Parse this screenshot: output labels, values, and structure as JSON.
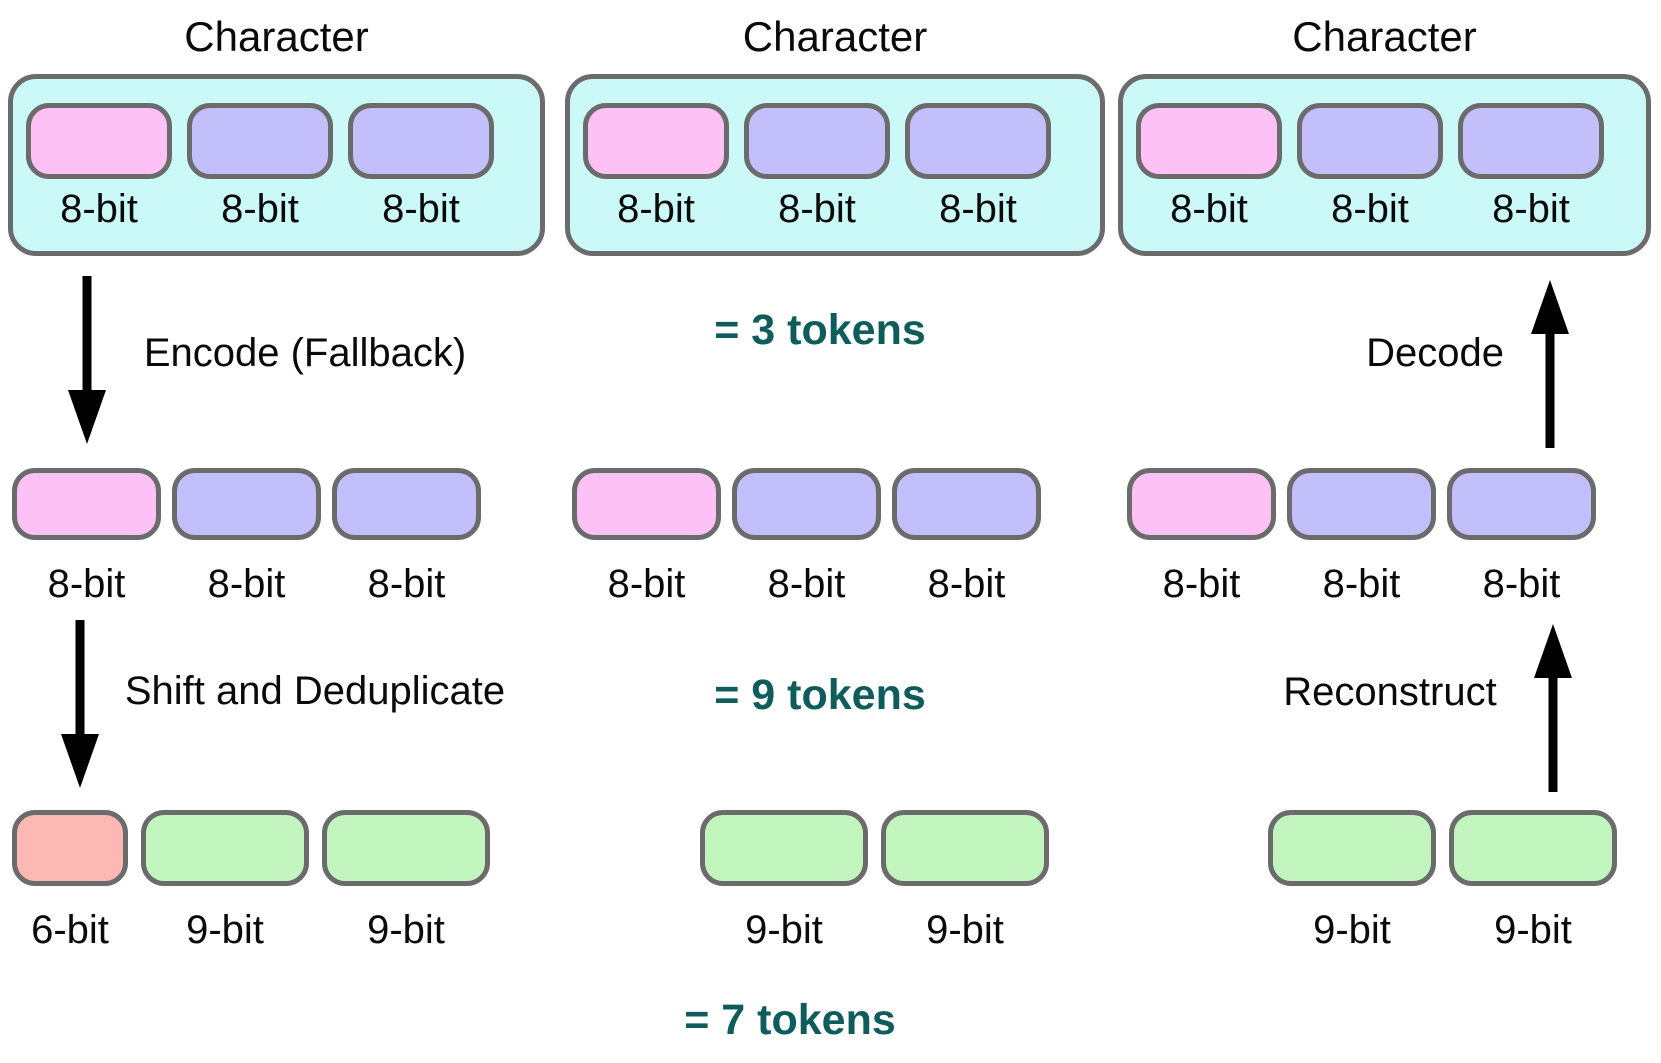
{
  "colors": {
    "box_fill": "#CAF9F7",
    "pink": "#FDC1F6",
    "purple": "#C2BFFB",
    "salmon": "#FCB9B4",
    "green": "#C3F6BE",
    "border": "#6B6B6B",
    "teal": "#0E5C5C"
  },
  "top_row": {
    "boxes": [
      {
        "title": "Character",
        "cells": [
          {
            "color": "pink",
            "label": "8-bit"
          },
          {
            "color": "purple",
            "label": "8-bit"
          },
          {
            "color": "purple",
            "label": "8-bit"
          }
        ]
      },
      {
        "title": "Character",
        "cells": [
          {
            "color": "pink",
            "label": "8-bit"
          },
          {
            "color": "purple",
            "label": "8-bit"
          },
          {
            "color": "purple",
            "label": "8-bit"
          }
        ]
      },
      {
        "title": "Character",
        "cells": [
          {
            "color": "pink",
            "label": "8-bit"
          },
          {
            "color": "purple",
            "label": "8-bit"
          },
          {
            "color": "purple",
            "label": "8-bit"
          }
        ]
      }
    ]
  },
  "arrows": {
    "encode": {
      "label": "Encode (Fallback)",
      "direction": "down"
    },
    "decode": {
      "label": "Decode",
      "direction": "up"
    },
    "shift": {
      "label": "Shift and Deduplicate",
      "direction": "down"
    },
    "reconstruct": {
      "label": "Reconstruct",
      "direction": "up"
    }
  },
  "token_counts": {
    "top": "= 3 tokens",
    "middle": "= 9 tokens",
    "bottom": "= 7 tokens"
  },
  "middle_row": {
    "groups": [
      {
        "cells": [
          {
            "color": "pink",
            "label": "8-bit"
          },
          {
            "color": "purple",
            "label": "8-bit"
          },
          {
            "color": "purple",
            "label": "8-bit"
          }
        ]
      },
      {
        "cells": [
          {
            "color": "pink",
            "label": "8-bit"
          },
          {
            "color": "purple",
            "label": "8-bit"
          },
          {
            "color": "purple",
            "label": "8-bit"
          }
        ]
      },
      {
        "cells": [
          {
            "color": "pink",
            "label": "8-bit"
          },
          {
            "color": "purple",
            "label": "8-bit"
          },
          {
            "color": "purple",
            "label": "8-bit"
          }
        ]
      }
    ]
  },
  "bottom_row": {
    "groups": [
      {
        "cells": [
          {
            "color": "salmon",
            "label": "6-bit"
          },
          {
            "color": "green",
            "label": "9-bit"
          },
          {
            "color": "green",
            "label": "9-bit"
          }
        ]
      },
      {
        "cells": [
          {
            "color": "green",
            "label": "9-bit"
          },
          {
            "color": "green",
            "label": "9-bit"
          }
        ]
      },
      {
        "cells": [
          {
            "color": "green",
            "label": "9-bit"
          },
          {
            "color": "green",
            "label": "9-bit"
          }
        ]
      }
    ]
  }
}
